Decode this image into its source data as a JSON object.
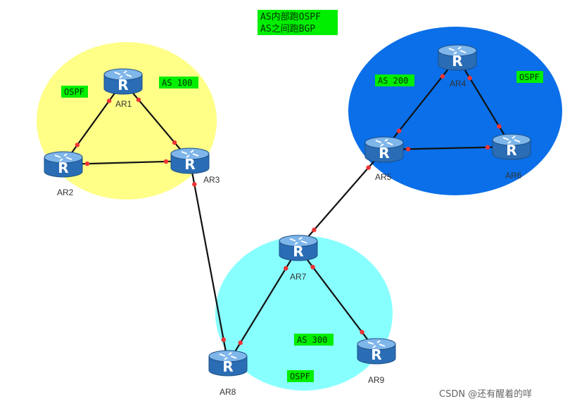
{
  "title": {
    "line1": "AS内部跑OSPF",
    "line2": "AS之间跑BGP"
  },
  "areas": [
    {
      "id": "as100",
      "color": "#ffff88"
    },
    {
      "id": "as200",
      "color": "#0a6fe8"
    },
    {
      "id": "as300",
      "color": "#88ffff"
    }
  ],
  "tags": [
    {
      "id": "as100-ospf",
      "text": "OSPF"
    },
    {
      "id": "as100-name",
      "text": "AS 100"
    },
    {
      "id": "as200-name",
      "text": "AS 200"
    },
    {
      "id": "as200-ospf",
      "text": "OSPF"
    },
    {
      "id": "as300-name",
      "text": "AS 300"
    },
    {
      "id": "as300-ospf",
      "text": "OSPF"
    }
  ],
  "routers": [
    {
      "id": "AR1",
      "label": "AR1"
    },
    {
      "id": "AR2",
      "label": "AR2"
    },
    {
      "id": "AR3",
      "label": "AR3"
    },
    {
      "id": "AR4",
      "label": "AR4"
    },
    {
      "id": "AR5",
      "label": "AR5"
    },
    {
      "id": "AR6",
      "label": "AR6"
    },
    {
      "id": "AR7",
      "label": "AR7"
    },
    {
      "id": "AR8",
      "label": "AR8"
    },
    {
      "id": "AR9",
      "label": "AR9"
    }
  ],
  "links": [
    [
      "AR1",
      "AR2"
    ],
    [
      "AR1",
      "AR3"
    ],
    [
      "AR2",
      "AR3"
    ],
    [
      "AR4",
      "AR5"
    ],
    [
      "AR4",
      "AR6"
    ],
    [
      "AR5",
      "AR6"
    ],
    [
      "AR3",
      "AR8"
    ],
    [
      "AR5",
      "AR7"
    ],
    [
      "AR7",
      "AR8"
    ],
    [
      "AR7",
      "AR9"
    ]
  ],
  "colors": {
    "tag": "#00ee00",
    "link": "#111111",
    "port": "#ee3333",
    "router": "#2f7fc8"
  },
  "watermark": "CSDN @还有醒着的咩"
}
